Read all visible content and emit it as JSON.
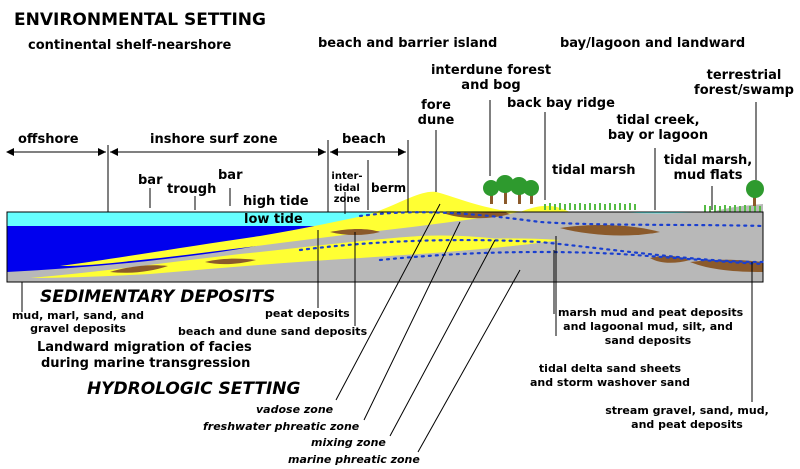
{
  "colors": {
    "sea_water": "#66ffff",
    "deep_water": "#0000ee",
    "sand": "#ffff33",
    "mud": "#b8b8b8",
    "peat": "#8b5a2b",
    "vegetation": "#55bb44",
    "tree": "#2e9a2e",
    "water_table_dots": "#1a3fcf"
  },
  "environmental": {
    "heading": "ENVIRONMENTAL SETTING",
    "shelf": "continental shelf-nearshore",
    "beach_barrier": "beach and barrier island",
    "bay_landward": "bay/lagoon and landward"
  },
  "zones": {
    "offshore": "offshore",
    "inshore": "inshore surf zone",
    "beach": "beach",
    "interdune_1": "interdune forest",
    "interdune_2": "and bog",
    "fore_1": "fore",
    "fore_2": "dune",
    "back_bay": "back bay ridge",
    "terr_1": "terrestrial",
    "terr_2": "forest/swamp",
    "creek_1": "tidal creek,",
    "creek_2": "bay or lagoon",
    "tm_1": "tidal marsh,",
    "tm_2": "mud flats",
    "tidal_marsh": "tidal marsh",
    "bar_1": "bar",
    "trough": "trough",
    "bar_2": "bar",
    "high_tide": "high tide",
    "low_tide": "low tide",
    "intertidal_1": "inter-",
    "intertidal_2": "tidal",
    "intertidal_3": "zone",
    "berm": "berm"
  },
  "sedimentary": {
    "heading": "SEDIMENTARY DEPOSITS",
    "mud_1": "mud, marl, sand, and",
    "mud_2": "gravel deposits",
    "peat": "peat deposits",
    "beach_dune": "beach and dune sand deposits",
    "migration_1": "Landward migration of facies",
    "migration_2": "during marine transgression",
    "marsh_1": "marsh mud and peat deposits",
    "marsh_2": "and lagoonal mud, silt, and",
    "marsh_3": "sand deposits",
    "delta_1": "tidal delta sand sheets",
    "delta_2": "and storm washover sand",
    "stream_1": "stream gravel, sand, mud,",
    "stream_2": "and peat deposits"
  },
  "hydrologic": {
    "heading": "HYDROLOGIC SETTING",
    "vadose": "vadose zone",
    "freshwater": "freshwater phreatic zone",
    "mixing": "mixing zone",
    "marine": "marine phreatic zone"
  }
}
